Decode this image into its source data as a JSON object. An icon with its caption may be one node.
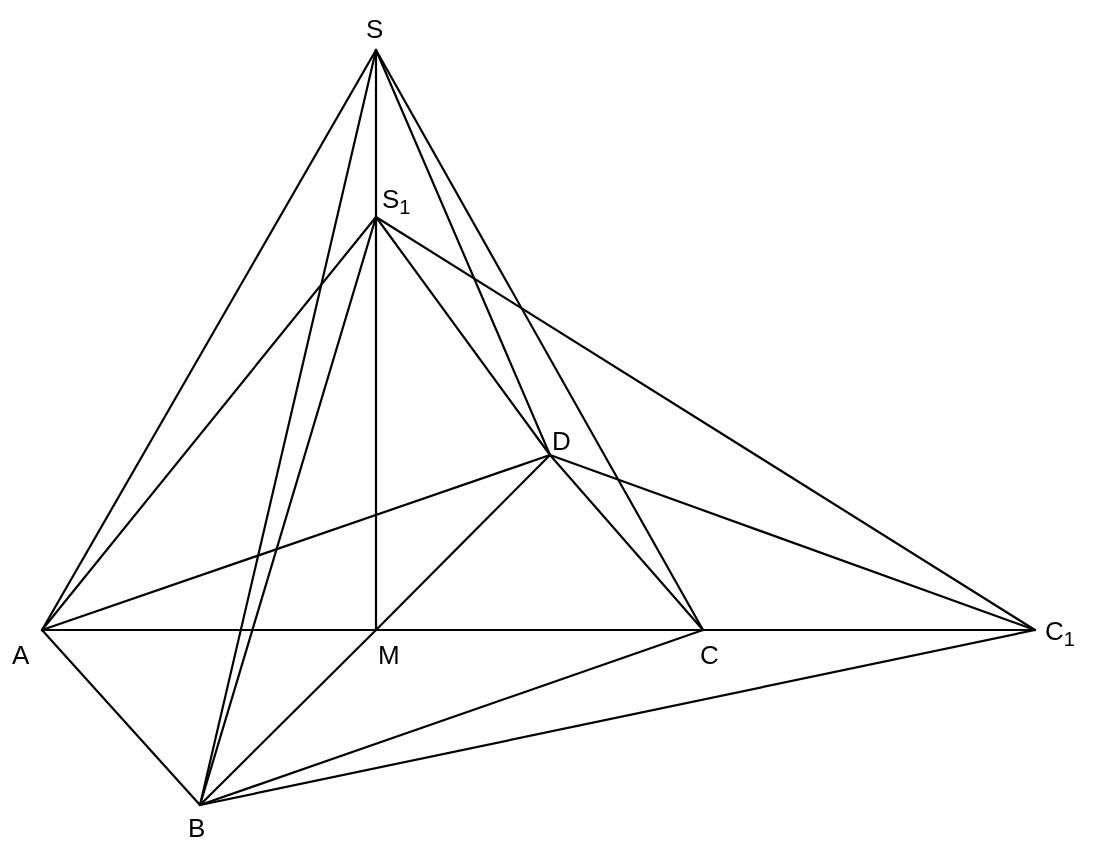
{
  "diagram": {
    "labels": [
      "S",
      "S$_{1}$",
      "D",
      "A",
      "M",
      "C",
      "C$_{1}$",
      "B"
    ]
  }
}
